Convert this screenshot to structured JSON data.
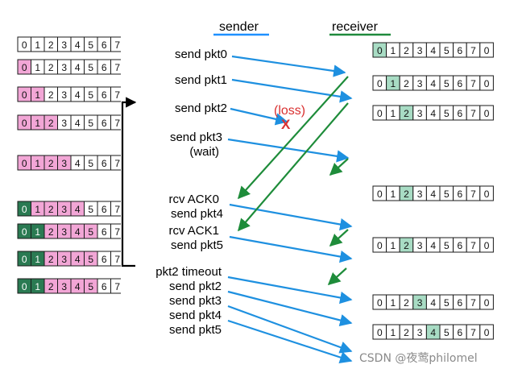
{
  "headers": {
    "sender": "sender",
    "receiver": "receiver"
  },
  "header_colors": {
    "sender": "#1e90ff",
    "receiver": "#1f8a3c"
  },
  "colors": {
    "pink": "#f2a6d6",
    "dark_green": "#2a7a52",
    "light_green": "#a8dcc4",
    "blue_arrow": "#1e90e0",
    "green_arrow": "#1e8c3a",
    "loss_red": "#d93030"
  },
  "sender_windows": [
    {
      "cells": [
        "0",
        "1",
        "2",
        "3",
        "4",
        "5",
        "6",
        "7"
      ],
      "pink": [],
      "green": []
    },
    {
      "cells": [
        "0",
        "1",
        "2",
        "3",
        "4",
        "5",
        "6",
        "7"
      ],
      "pink": [
        0
      ],
      "green": []
    },
    {
      "cells": [
        "0",
        "1",
        "2",
        "3",
        "4",
        "5",
        "6",
        "7"
      ],
      "pink": [
        0,
        1
      ],
      "green": []
    },
    {
      "cells": [
        "0",
        "1",
        "2",
        "3",
        "4",
        "5",
        "6",
        "7"
      ],
      "pink": [
        0,
        1,
        2
      ],
      "green": []
    },
    {
      "cells": [
        "0",
        "1",
        "2",
        "3",
        "4",
        "5",
        "6",
        "7"
      ],
      "pink": [
        0,
        1,
        2,
        3
      ],
      "green": []
    },
    {
      "cells": [
        "0",
        "1",
        "2",
        "3",
        "4",
        "5",
        "6",
        "7"
      ],
      "pink": [
        1,
        2,
        3,
        4
      ],
      "green": [
        0
      ]
    },
    {
      "cells": [
        "0",
        "1",
        "2",
        "3",
        "4",
        "5",
        "6",
        "7"
      ],
      "pink": [
        2,
        3,
        4,
        5
      ],
      "green": [
        0,
        1
      ]
    },
    {
      "cells": [
        "0",
        "1",
        "2",
        "3",
        "4",
        "5",
        "6",
        "7"
      ],
      "pink": [
        2,
        3,
        4,
        5
      ],
      "green": [
        0,
        1
      ]
    },
    {
      "cells": [
        "0",
        "1",
        "2",
        "3",
        "4",
        "5",
        "6",
        "7"
      ],
      "pink": [
        2,
        3,
        4,
        5
      ],
      "green": [
        0,
        1
      ]
    }
  ],
  "receiver_windows": [
    {
      "cells": [
        "0",
        "1",
        "2",
        "3",
        "4",
        "5",
        "6",
        "7",
        "0"
      ],
      "highlight": 0
    },
    {
      "cells": [
        "0",
        "1",
        "2",
        "3",
        "4",
        "5",
        "6",
        "7",
        "0"
      ],
      "highlight": 1
    },
    {
      "cells": [
        "0",
        "1",
        "2",
        "3",
        "4",
        "5",
        "6",
        "7",
        "0"
      ],
      "highlight": 2
    },
    {
      "cells": [
        "0",
        "1",
        "2",
        "3",
        "4",
        "5",
        "6",
        "7",
        "0"
      ],
      "highlight": 2
    },
    {
      "cells": [
        "0",
        "1",
        "2",
        "3",
        "4",
        "5",
        "6",
        "7",
        "0"
      ],
      "highlight": 2
    },
    {
      "cells": [
        "0",
        "1",
        "2",
        "3",
        "4",
        "5",
        "6",
        "7",
        "0"
      ],
      "highlight": 3
    },
    {
      "cells": [
        "0",
        "1",
        "2",
        "3",
        "4",
        "5",
        "6",
        "7",
        "0"
      ],
      "highlight": 4
    }
  ],
  "events": [
    "send pkt0",
    "send pkt1",
    "send pkt2",
    "send pkt3",
    "(wait)",
    "rcv ACK0",
    "send pkt4",
    "rcv ACK1",
    "send pkt5",
    "pkt2 timeout",
    "send pkt2",
    "send pkt3",
    "send pkt4",
    "send pkt5"
  ],
  "loss": {
    "label": "(loss)",
    "mark": "X"
  },
  "watermark": "CSDN @夜莺philomel"
}
